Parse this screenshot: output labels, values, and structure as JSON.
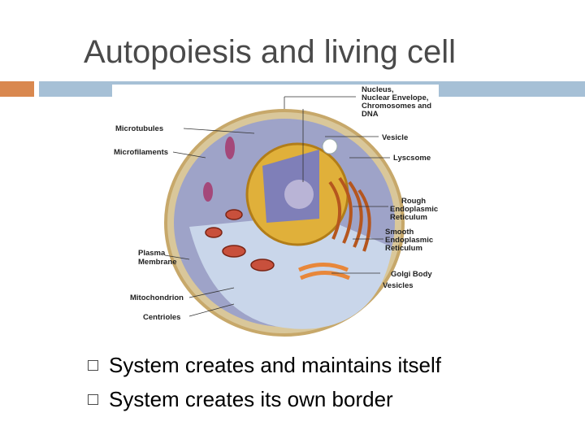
{
  "slide": {
    "title": "Autopoiesis and living cell",
    "bullets": [
      "System creates and maintains itself",
      "System creates its own border"
    ]
  },
  "figure": {
    "labels": {
      "nucleus": [
        "Nucleus,",
        "Nuclear Envelope,",
        "Chromosomes and",
        "DNA"
      ],
      "microtubules": "Microtubules",
      "microfilaments": "Microfilaments",
      "vesicle": "Vesicle",
      "lysosome": "Lyscsome",
      "rough_er": [
        "Rough",
        "Endoplasmic",
        "Reticulum"
      ],
      "smooth_er": [
        "Smooth",
        "Endoplasmic",
        "Reticulum"
      ],
      "plasma_membrane": [
        "Plasma",
        "Membrane"
      ],
      "golgi": [
        "Golgi Body",
        "Vesicles"
      ],
      "mitochondrion": "Mitochondrion",
      "centrioles": "Centrioles"
    }
  },
  "colors": {
    "accent_bar": "#d9884f",
    "title_bar": "#a6c0d6",
    "title_text": "#4a4a4a"
  }
}
